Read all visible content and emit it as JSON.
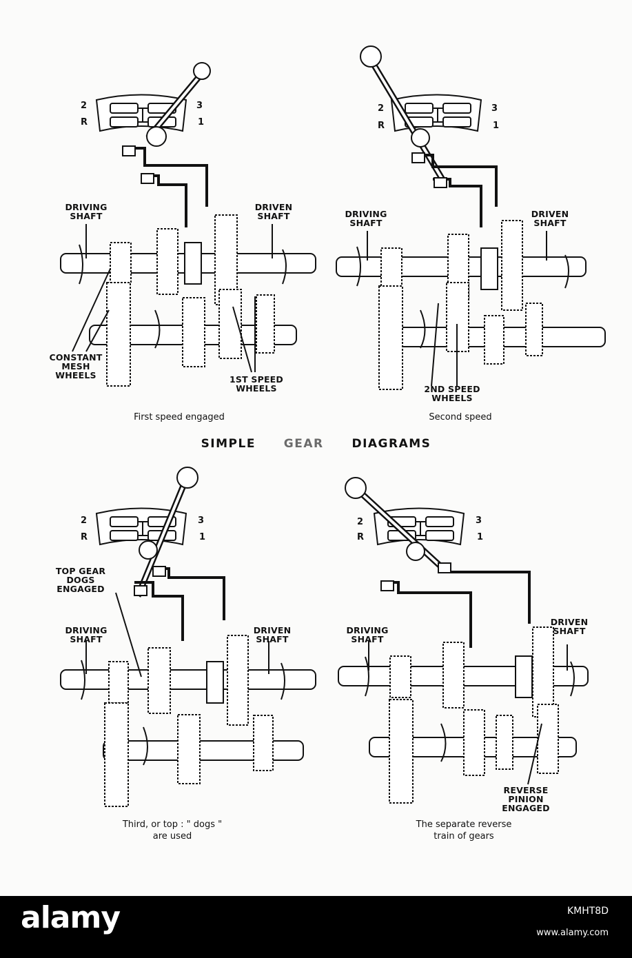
{
  "diagram": {
    "title_words": [
      "SIMPLE",
      "GEAR",
      "DIAGRAMS"
    ],
    "gate_labels": {
      "top_left": "2",
      "bottom_left": "R",
      "top_right": "3",
      "bottom_right": "1"
    },
    "panels": [
      {
        "caption": "First speed engaged",
        "labels": [
          {
            "text": "DRIVING\nSHAFT"
          },
          {
            "text": "DRIVEN\nSHAFT"
          },
          {
            "text": "CONSTANT\nMESH\nWHEELS"
          },
          {
            "text": "1ST SPEED\nWHEELS"
          }
        ]
      },
      {
        "caption": "Second speed",
        "labels": [
          {
            "text": "DRIVING\nSHAFT"
          },
          {
            "text": "DRIVEN\nSHAFT"
          },
          {
            "text": "2ND SPEED\nWHEELS"
          }
        ]
      },
      {
        "caption": "Third, or top : \" dogs \"\nare used",
        "labels": [
          {
            "text": "TOP GEAR\nDOGS\nENGAGED"
          },
          {
            "text": "DRIVING\nSHAFT"
          },
          {
            "text": "DRIVEN\nSHAFT"
          }
        ]
      },
      {
        "caption": "The separate reverse\ntrain of gears",
        "labels": [
          {
            "text": "DRIVING\nSHAFT"
          },
          {
            "text": "DRIVEN\nSHAFT"
          },
          {
            "text": "REVERSE\nPINION\nENGAGED"
          }
        ]
      }
    ]
  },
  "watermark": {
    "logo": "alamy",
    "image_id": "KMHT8D",
    "url": "www.alamy.com"
  }
}
